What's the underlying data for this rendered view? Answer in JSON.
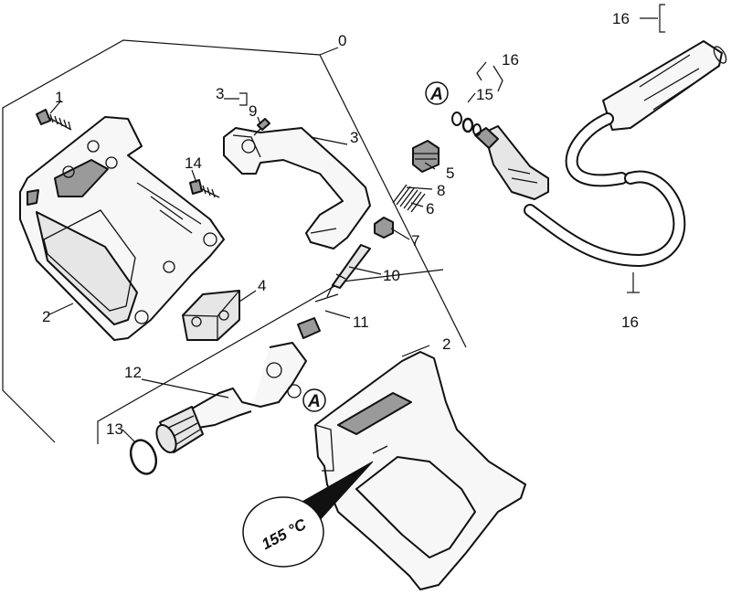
{
  "diagram": {
    "labels": {
      "l0": "0",
      "l1": "1",
      "l2a": "2",
      "l2b": "2",
      "l3a": "3",
      "l3b": "3",
      "l4": "4",
      "l5": "5",
      "l6": "6",
      "l7": "7",
      "l8": "8",
      "l9": "9",
      "l10": "10",
      "l11": "11",
      "l12": "12",
      "l13": "13",
      "l14": "14",
      "l15": "15",
      "l16a": "16",
      "l16b": "16",
      "l16c": "16"
    },
    "badge_a_1": "A",
    "badge_a_2": "A",
    "temperature": "155 °C"
  }
}
